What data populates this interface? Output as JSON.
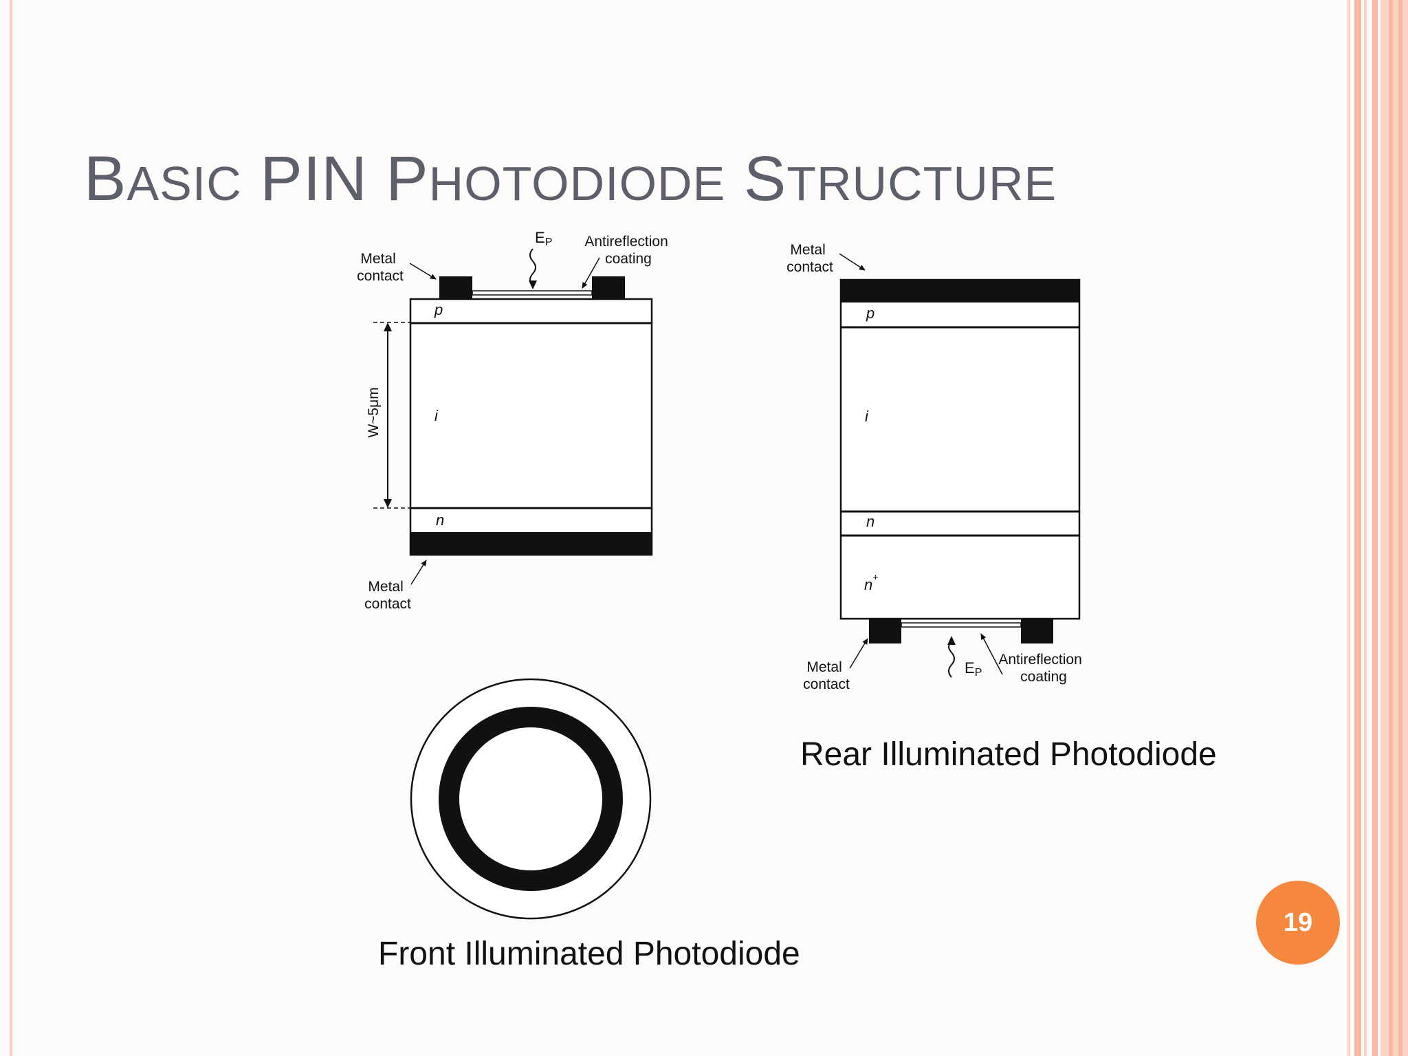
{
  "slide": {
    "title_parts": [
      {
        "initial": "B",
        "rest": "ASIC"
      },
      {
        "initial": "PIN",
        "rest": ""
      },
      {
        "initial": "P",
        "rest": "HOTODIODE"
      },
      {
        "initial": "S",
        "rest": "TRUCTURE"
      }
    ],
    "page_number": "19"
  },
  "colors": {
    "title": "#5d5f6b",
    "border_stripe_light": "#fbd3c5",
    "border_stripe_mid": "#f7b9a2",
    "badge": "#f5873f",
    "ink": "#111111"
  },
  "front_diagram": {
    "ep_label": "E",
    "ep_subscript": "P",
    "antireflection_label": [
      "Antireflection",
      "coating"
    ],
    "top_contact_label": [
      "Metal",
      "contact"
    ],
    "bottom_contact_label": [
      "Metal",
      "contact"
    ],
    "layer_p": "p",
    "layer_i": "i",
    "layer_n": "n",
    "width_label": "W~5μm",
    "caption": "Front Illuminated Photodiode"
  },
  "rear_diagram": {
    "top_contact_label": [
      "Metal",
      "contact"
    ],
    "layer_p": "p",
    "layer_i": "i",
    "layer_n": "n",
    "layer_nplus": "n",
    "nplus_sup": "+",
    "bottom_contact_label": [
      "Metal",
      "contact"
    ],
    "ep_label": "E",
    "ep_subscript": "P",
    "antireflection_label": [
      "Antireflection",
      "coating"
    ],
    "caption": "Rear Illuminated Photodiode"
  }
}
